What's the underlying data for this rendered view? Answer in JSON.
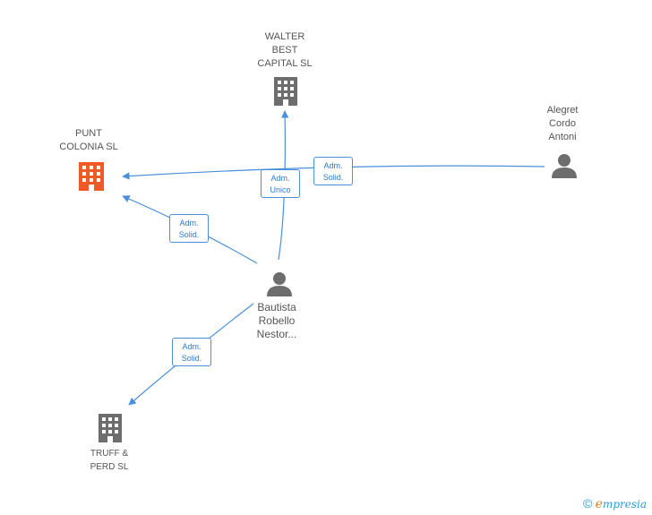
{
  "nodes": {
    "walter": {
      "lines": [
        "WALTER",
        "BEST",
        "CAPITAL SL"
      ],
      "type": "company",
      "color": "#6d6d6d"
    },
    "punt": {
      "lines": [
        "PUNT",
        "COLONIA SL"
      ],
      "type": "company",
      "color": "#f05a28"
    },
    "alegret": {
      "lines": [
        "Alegret",
        "Cordo",
        "Antoni"
      ],
      "type": "person",
      "color": "#6d6d6d"
    },
    "bautista": {
      "lines": [
        "Bautista",
        "Robello",
        "Nestor..."
      ],
      "type": "person",
      "color": "#6d6d6d"
    },
    "truff": {
      "lines": [
        "TRUFF &",
        "PERD SL"
      ],
      "type": "company",
      "color": "#6d6d6d"
    }
  },
  "relations": {
    "r1": {
      "lines": [
        "Adm.",
        "Unico"
      ]
    },
    "r2": {
      "lines": [
        "Adm.",
        "Solid."
      ]
    },
    "r3": {
      "lines": [
        "Adm.",
        "Solid."
      ]
    },
    "r4": {
      "lines": [
        "Adm.",
        "Solid."
      ]
    }
  },
  "colors": {
    "edge": "#4a90d9"
  },
  "footer": {
    "copyright": "©",
    "brand_first": "e",
    "brand_rest": "mpresia"
  }
}
